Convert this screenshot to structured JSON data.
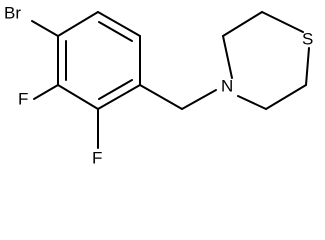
{
  "molecule": {
    "atoms": {
      "br": "Br",
      "f1": "F",
      "f2": "F",
      "n": "N",
      "s": "S"
    }
  }
}
